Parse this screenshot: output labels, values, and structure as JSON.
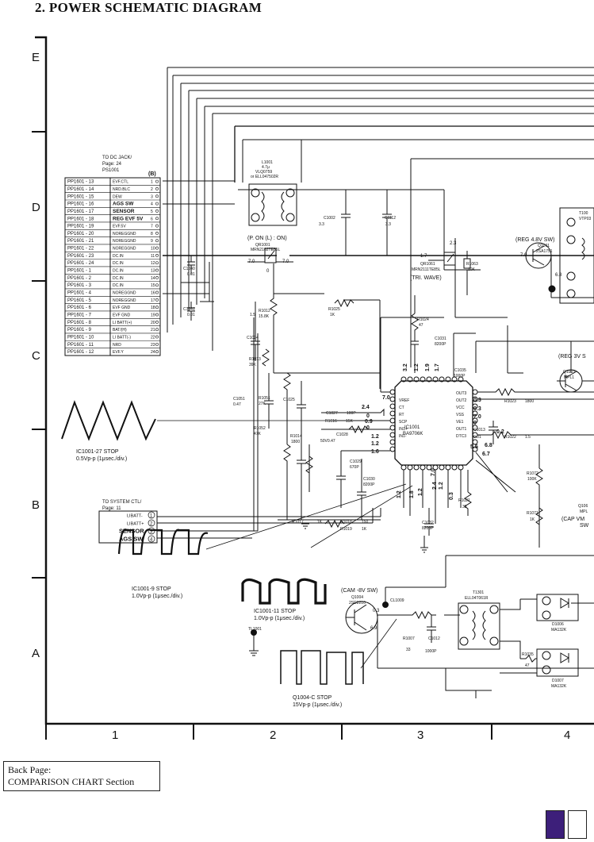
{
  "title": "2. POWER SCHEMATIC DIAGRAM",
  "row_labels": [
    "E",
    "D",
    "C",
    "B",
    "A"
  ],
  "col_labels": [
    "1",
    "2",
    "3",
    "4"
  ],
  "back_page": {
    "line1": "Back Page:",
    "line2": "COMPARISON CHART Section"
  },
  "colors": {
    "swatch_left": "#3d1f7a",
    "swatch_right": "#ffffff"
  },
  "dc_jack": {
    "header1": "TO DC JACK/",
    "header2": "Page: 24",
    "header3": "PS1001",
    "bracket": "(B)",
    "rows": [
      {
        "pin": "PP1601 - 13",
        "sig": "EVF.CTL",
        "n": "1"
      },
      {
        "pin": "PP1601 - 14",
        "sig": "NRD.BLC",
        "n": "2"
      },
      {
        "pin": "PP1601 - 15",
        "sig": "DEW",
        "n": "3"
      },
      {
        "pin": "PP1601 - 16",
        "sig": "AGS SW",
        "n": "4"
      },
      {
        "pin": "PP1601 - 17",
        "sig": "SENSOR",
        "n": "5"
      },
      {
        "pin": "PP1601 - 18",
        "sig": "REG EVF 5V",
        "n": "6"
      },
      {
        "pin": "PP1601 - 19",
        "sig": "EVF.5V",
        "n": "7"
      },
      {
        "pin": "PP1601 - 20",
        "sig": "NOREGGND",
        "n": "8"
      },
      {
        "pin": "PP1601 - 21",
        "sig": "NOREGGND",
        "n": "9"
      },
      {
        "pin": "PP1601 - 22",
        "sig": "NOREGGND",
        "n": "10"
      },
      {
        "pin": "PP1601 - 23",
        "sig": "DC.IN",
        "n": "11"
      },
      {
        "pin": "PP1601 - 24",
        "sig": "DC.IN",
        "n": "12"
      },
      {
        "pin": "PP1601 - 1",
        "sig": "DC.IN",
        "n": "13"
      },
      {
        "pin": "PP1601 - 2",
        "sig": "DC.IN",
        "n": "14"
      },
      {
        "pin": "PP1601 - 3",
        "sig": "DC.IN",
        "n": "15"
      },
      {
        "pin": "PP1601 - 4",
        "sig": "NOREGGND",
        "n": "16"
      },
      {
        "pin": "PP1601 - 5",
        "sig": "NOREGGND",
        "n": "17"
      },
      {
        "pin": "PP1601 - 6",
        "sig": "EVF GND",
        "n": "18"
      },
      {
        "pin": "PP1601 - 7",
        "sig": "EVF GND",
        "n": "19"
      },
      {
        "pin": "PP1601 - 8",
        "sig": "LI BATT(+)",
        "n": "20"
      },
      {
        "pin": "PP1601 - 9",
        "sig": "BAT/(H)",
        "n": "21"
      },
      {
        "pin": "PP1601 - 10",
        "sig": "LI BATT(-)",
        "n": "22"
      },
      {
        "pin": "PP1601 - 11",
        "sig": "NRD",
        "n": "23"
      },
      {
        "pin": "PP1601 - 12",
        "sig": "EVF.Y",
        "n": "24"
      }
    ]
  },
  "system_ctl": {
    "header1": "TO SYSTEM CTL/",
    "header2": "Page: 11",
    "rows": [
      {
        "sig": "LIBATT-",
        "n": "1"
      },
      {
        "sig": "LIBATT+",
        "n": "2"
      },
      {
        "sig": "SENSOR",
        "n": "3"
      },
      {
        "sig": "AGS SW",
        "n": "4"
      }
    ]
  },
  "waveforms": {
    "w1": {
      "l1": "IC1001-27  STOP",
      "l2": "0.5Vp-p (1μsec./div.)"
    },
    "w2": {
      "l1": "IC1001-9  STOP",
      "l2": "1.0Vp-p (1μsec./div.)"
    },
    "w3": {
      "l1": "IC1001-11  STOP",
      "l2": "1.0Vp-p (1μsec./div.)"
    },
    "w4": {
      "l1": "Q1004-C  STOP",
      "l2": "15Vp-p (1μsec./div.)"
    }
  },
  "components": {
    "l1001": [
      "L1001",
      "4.7μ",
      "VLQ0759",
      "or ELL047502R"
    ],
    "qr1001": [
      "(P. ON (L) : ON)",
      "QR1001",
      "MRN2102TE85L"
    ],
    "qr1001_v": [
      "7.0",
      "7.0",
      "0"
    ],
    "c1002": [
      "C1002",
      "3.3"
    ],
    "c1112": [
      "C1112",
      "3.3"
    ],
    "qr1061": [
      "1.7",
      "2.3",
      "QR1061",
      "MRN2111TE85L",
      "(TRI. WAVE)"
    ],
    "r1063": [
      "R1063",
      "10K"
    ],
    "q1001": [
      "(REG 4.8V SW)",
      "Q1001",
      "2SA1751",
      "7.0",
      "6.8"
    ],
    "t1001": [
      "T100",
      "VTP03"
    ],
    "c1040": [
      "C1040",
      "0.01"
    ],
    "c1041": [
      "C1041",
      "0.01"
    ],
    "r1012": [
      "R1012",
      "15.8K"
    ],
    "c1024": [
      "C1024",
      "1.5"
    ],
    "r1025": [
      "R1025",
      "1K"
    ],
    "r1024": [
      "R1024",
      "47"
    ],
    "c1031": [
      "C1031",
      "8200P"
    ],
    "r1013": [
      "R1013",
      "39K"
    ],
    "c1051": [
      "C1051",
      "0.47"
    ],
    "r1051": [
      "R1051",
      "27K"
    ],
    "c1025": [
      "C1025"
    ],
    "r1052": [
      "R1052",
      "47K"
    ],
    "r1014": [
      "R1014",
      "1800"
    ],
    "ic1001": [
      "IC1001",
      "BA9706K"
    ],
    "ic_left_v": [
      "2.4",
      "7.0",
      "0",
      "0.9",
      "0",
      "1.2",
      "1.2",
      "1.6"
    ],
    "ic_top_v": [
      "3.2",
      "1.2",
      "1.9",
      "1.7"
    ],
    "ic_right_v": [
      "0.3",
      "0.3",
      "7.0",
      "0",
      "0.2",
      "5.5",
      "6.8",
      "6.7"
    ],
    "ic_bottom_v": [
      "1.2",
      "1.8",
      "2.4",
      "1.2",
      "7.0",
      "0.3",
      "1.2"
    ],
    "ic_pins_left": [
      "VREF",
      "CT",
      "RT",
      "SCP",
      "IN1+",
      "IN1-"
    ],
    "ic_pins_right": [
      "OUT3",
      "OUT2",
      "VCC",
      "VSS",
      "VE1",
      "OUT1",
      "DTC3"
    ],
    "c1027": [
      "C1027",
      "100P"
    ],
    "r1016": [
      "R1016",
      "15K"
    ],
    "c1028": [
      "C1028",
      "50V0.47"
    ],
    "c1029": [
      "C1029",
      "670P"
    ],
    "c1030": [
      "C1030",
      "8200P"
    ],
    "c1035": [
      "C1035",
      "1000P"
    ],
    "r1023": [
      "R1023",
      "1800"
    ],
    "r1022": [
      "R1022",
      "1.5"
    ],
    "c1013": [
      "C1013",
      "0.01"
    ],
    "r1072": [
      "R1072",
      "100K"
    ],
    "r1071": [
      "R1071",
      "1K"
    ],
    "r1021": [
      "R1021",
      "33"
    ],
    "c1032": [
      "C1032",
      "8200P"
    ],
    "r1017": [
      "R1017",
      "1K"
    ],
    "r1018": [
      "R1018",
      "150"
    ],
    "r1019": [
      "R1019",
      "1K"
    ],
    "reg3v": [
      "(REG 3V S",
      "Q1003",
      "MPL1"
    ],
    "q1006": [
      "Q106",
      "MPL",
      "(CAP VM",
      "SW"
    ],
    "cam8v": [
      "(CAM -8V SW)",
      "Q1004",
      "2SD2210",
      "0.3",
      "6.9",
      "CL1009"
    ],
    "r1007": [
      "R1007",
      "33"
    ],
    "c1012": [
      "C1012",
      "1000P"
    ],
    "t1301": [
      "T1301",
      "ELL04T061R"
    ],
    "tl1001": [
      "TL1001"
    ],
    "d1006": [
      "D1006",
      "MA132K"
    ],
    "r1035": [
      "R1035",
      "47"
    ],
    "d1007": [
      "D1007",
      "MA132K"
    ]
  }
}
